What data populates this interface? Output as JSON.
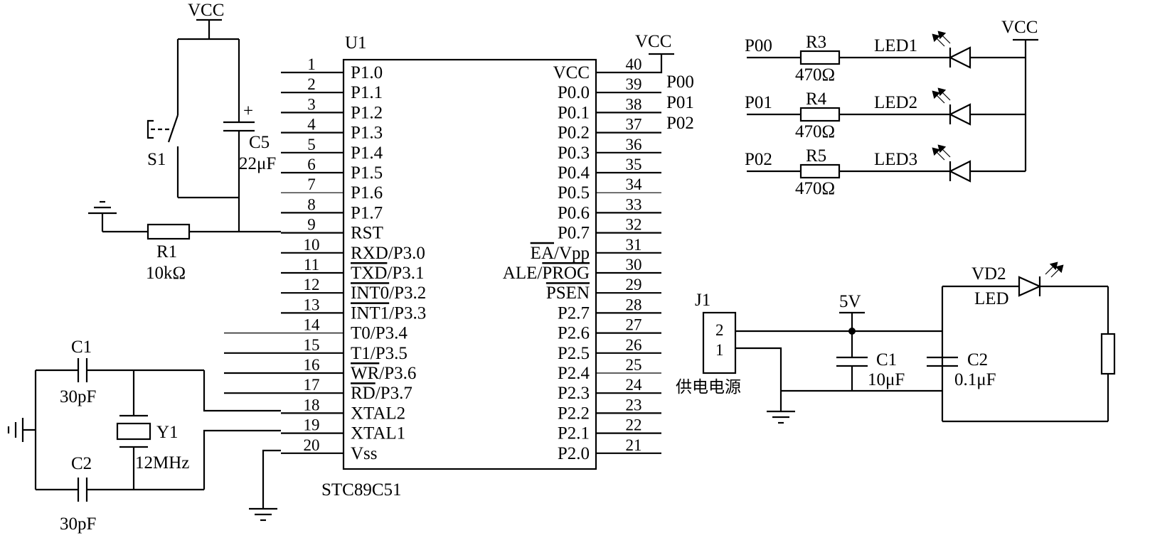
{
  "mcu": {
    "ref": "U1",
    "part": "STC89C51",
    "vcc_label": "VCC",
    "left_pins": [
      {
        "num": "1",
        "name": "P1.0"
      },
      {
        "num": "2",
        "name": "P1.1"
      },
      {
        "num": "3",
        "name": "P1.2"
      },
      {
        "num": "4",
        "name": "P1.3"
      },
      {
        "num": "5",
        "name": "P1.4"
      },
      {
        "num": "6",
        "name": "P1.5"
      },
      {
        "num": "7",
        "name": "P1.6"
      },
      {
        "num": "8",
        "name": "P1.7"
      },
      {
        "num": "9",
        "name": "RST"
      },
      {
        "num": "10",
        "name": "RXD/P3.0"
      },
      {
        "num": "11",
        "name_over": "TXD",
        "name_rest": "/P3.1"
      },
      {
        "num": "12",
        "name_over": "INT0",
        "name_rest": "/P3.2"
      },
      {
        "num": "13",
        "name_over": "INT1",
        "name_rest": "/P3.3"
      },
      {
        "num": "14",
        "name": "T0/P3.4"
      },
      {
        "num": "15",
        "name": "T1/P3.5"
      },
      {
        "num": "16",
        "name_over": "WR",
        "name_rest": "/P3.6"
      },
      {
        "num": "17",
        "name_over": "RD",
        "name_rest": "/P3.7"
      },
      {
        "num": "18",
        "name": "XTAL2"
      },
      {
        "num": "19",
        "name": "XTAL1"
      },
      {
        "num": "20",
        "name": "Vss"
      }
    ],
    "right_pins": [
      {
        "num": "40",
        "name": "VCC"
      },
      {
        "num": "39",
        "name": "P0.0"
      },
      {
        "num": "38",
        "name": "P0.1"
      },
      {
        "num": "37",
        "name": "P0.2"
      },
      {
        "num": "36",
        "name": "P0.3"
      },
      {
        "num": "35",
        "name": "P0.4"
      },
      {
        "num": "34",
        "name": "P0.5"
      },
      {
        "num": "33",
        "name": "P0.6"
      },
      {
        "num": "32",
        "name": "P0.7"
      },
      {
        "num": "31",
        "name_over": "EA",
        "name_rest": "/Vpp"
      },
      {
        "num": "30",
        "name_pre": "ALE/",
        "name_over": "PROG"
      },
      {
        "num": "29",
        "name_over": "PSEN"
      },
      {
        "num": "28",
        "name": "P2.7"
      },
      {
        "num": "27",
        "name": "P2.6"
      },
      {
        "num": "26",
        "name": "P2.5"
      },
      {
        "num": "25",
        "name": "P2.4"
      },
      {
        "num": "24",
        "name": "P2.3"
      },
      {
        "num": "23",
        "name": "P2.2"
      },
      {
        "num": "22",
        "name": "P2.1"
      },
      {
        "num": "21",
        "name": "P2.0"
      }
    ],
    "port_labels": [
      "P00",
      "P01",
      "P02"
    ]
  },
  "reset": {
    "vcc": "VCC",
    "switch": "S1",
    "cap_ref": "C5",
    "cap_val": "22μF",
    "plus": "+",
    "res_ref": "R1",
    "res_val": "10kΩ"
  },
  "crystal": {
    "c1_ref": "C1",
    "c1_val": "30pF",
    "c2_ref": "C2",
    "c2_val": "30pF",
    "y_ref": "Y1",
    "y_val": "12MHz"
  },
  "leds": {
    "vcc": "VCC",
    "rows": [
      {
        "port": "P00",
        "res_ref": "R3",
        "res_val": "470Ω",
        "led": "LED1"
      },
      {
        "port": "P01",
        "res_ref": "R4",
        "res_val": "470Ω",
        "led": "LED2"
      },
      {
        "port": "P02",
        "res_ref": "R5",
        "res_val": "470Ω",
        "led": "LED3"
      }
    ]
  },
  "power": {
    "j_ref": "J1",
    "pin2": "2",
    "pin1": "1",
    "caption": "供电电源",
    "rail": "5V",
    "c1_ref": "C1",
    "c1_val": "10μF",
    "c2_ref": "C2",
    "c2_val": "0.1μF",
    "vd_ref": "VD2",
    "vd_type": "LED"
  }
}
